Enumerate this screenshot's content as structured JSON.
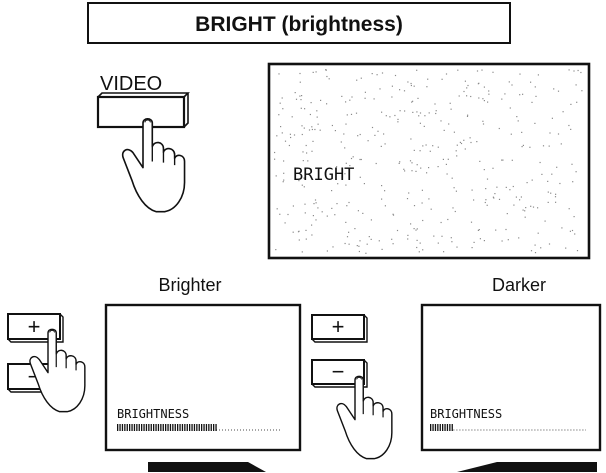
{
  "title": "BRIGHT (brightness)",
  "video_button_label": "VIDEO",
  "screen_osd_label": "BRIGHT",
  "brighter": {
    "heading": "Brighter",
    "plus_label": "+",
    "minus_label": "−",
    "osd_label": "BRIGHTNESS",
    "level": 0.6
  },
  "darker": {
    "heading": "Darker",
    "plus_label": "+",
    "minus_label": "−",
    "osd_label": "BRIGHTNESS",
    "level": 0.15
  },
  "colors": {
    "ink": "#111111",
    "paper": "#ffffff",
    "speckle": "#8a8a8a"
  },
  "icons": [
    "pointing-hand-icon",
    "right-wedge-arrow-icon",
    "left-wedge-arrow-icon"
  ]
}
